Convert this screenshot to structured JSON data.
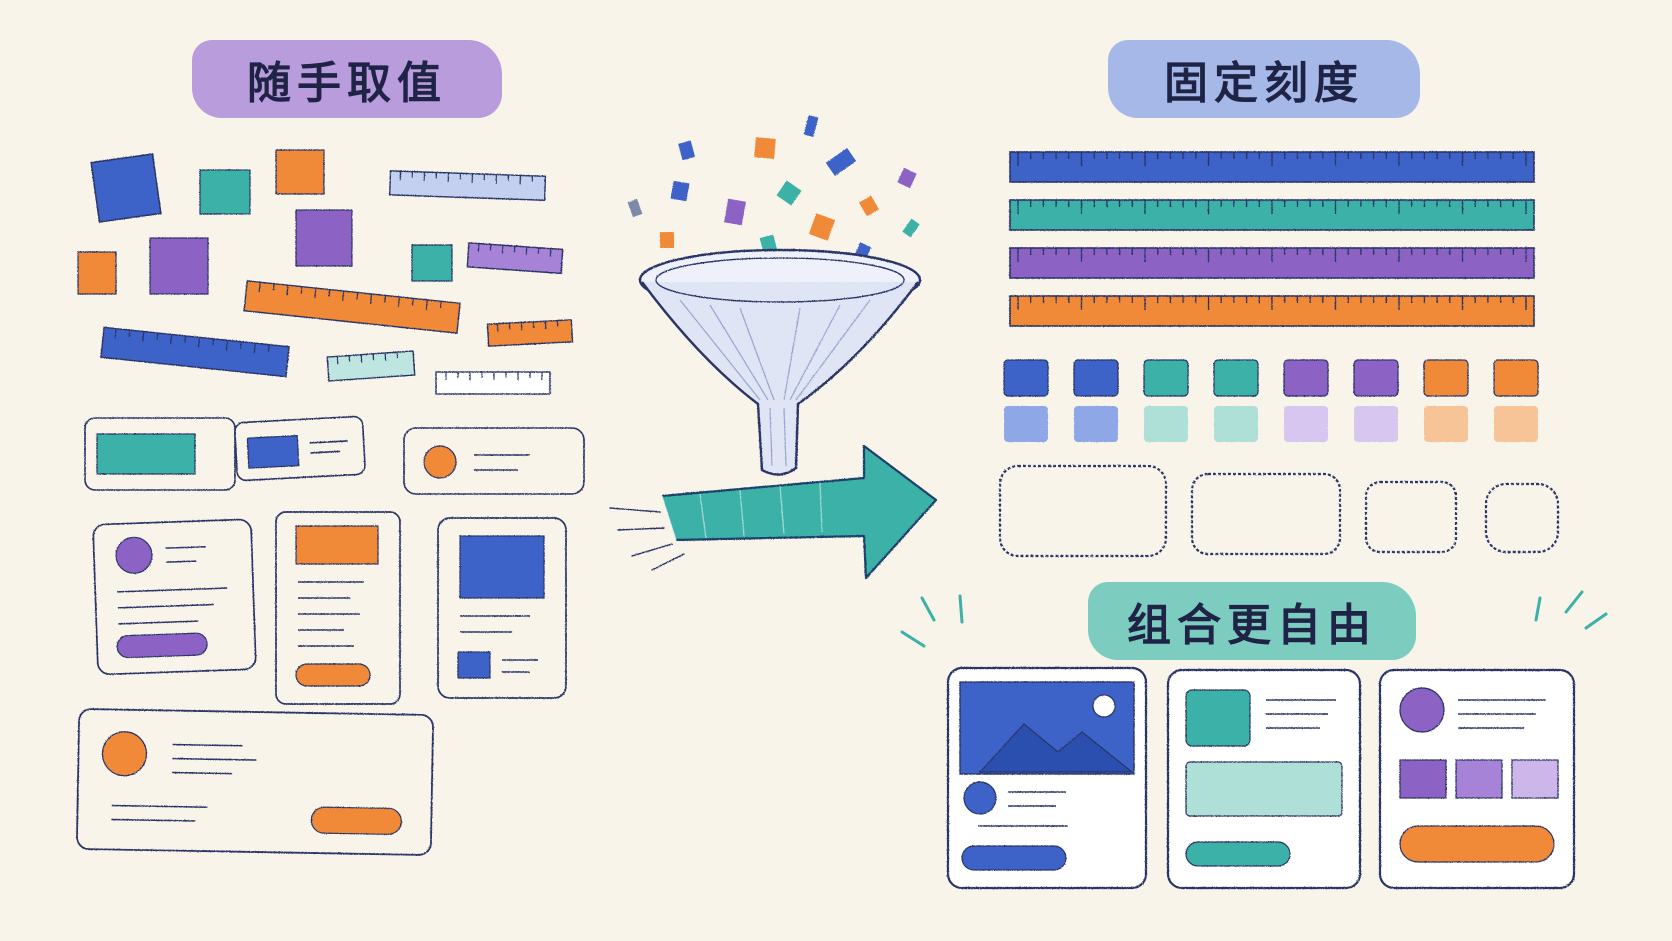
{
  "titles": {
    "left": "随手取值",
    "right_top": "固定刻度",
    "right_bottom": "组合更自由"
  },
  "colors": {
    "blue": "#3c63c9",
    "teal": "#3bb1a8",
    "purple": "#8c63c4",
    "orange": "#f08a37",
    "ink": "#2a3566",
    "paper": "#f8f4ea",
    "purple_brush": "#a683d6",
    "blue_brush": "#8ea7e6",
    "teal_brush": "#58c2b3"
  },
  "icons": {
    "funnel": "funnel-icon",
    "arrow": "arrow-right-icon",
    "image": "image-placeholder-icon",
    "burst": "sparkle-lines-icon"
  },
  "palette": {
    "strong": [
      "blue",
      "blue",
      "teal",
      "teal",
      "purple",
      "purple",
      "orange",
      "orange"
    ],
    "light": [
      "blue",
      "blue",
      "teal",
      "teal",
      "purple",
      "purple",
      "orange",
      "orange"
    ]
  },
  "rulers": [
    "blue",
    "teal",
    "purple",
    "orange"
  ]
}
